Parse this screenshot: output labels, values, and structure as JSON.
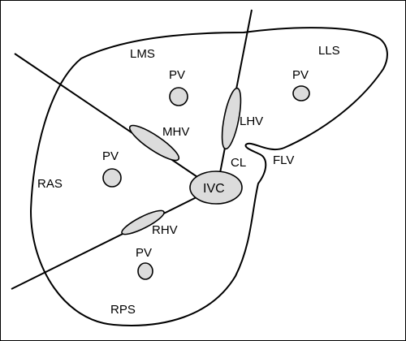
{
  "labels": {
    "lms": "LMS",
    "lls": "LLS",
    "pv": "PV",
    "mhv": "MHV",
    "lhv": "LHV",
    "cl": "CL",
    "flv": "FLV",
    "ras": "RAS",
    "ivc": "IVC",
    "rhv": "RHV",
    "rps": "RPS"
  },
  "colors": {
    "outline": "#000000",
    "vessel_fill": "#dcdcdc",
    "background": "#ffffff"
  }
}
